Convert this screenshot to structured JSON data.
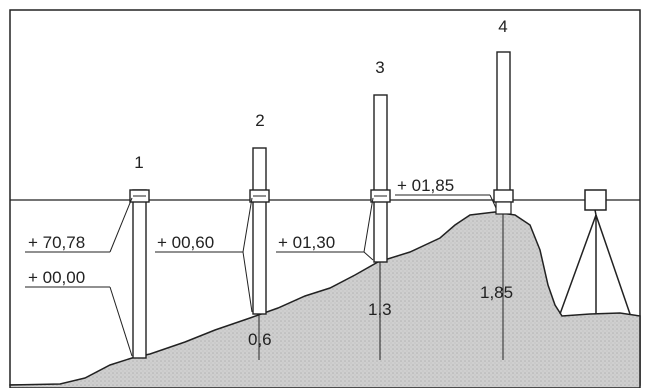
{
  "staffs": [
    {
      "number": "1",
      "reading_label": "+ 70,78",
      "secondary_label": "+ 00,00"
    },
    {
      "number": "2",
      "reading_label": "+ 00,60",
      "height_value": "0,6"
    },
    {
      "number": "3",
      "reading_label": "+ 01,30",
      "height_value": "1,3"
    },
    {
      "number": "4",
      "reading_label": "+ 01,85",
      "height_value": "1,85"
    }
  ],
  "colors": {
    "ground_fill": "#c9c9c9",
    "line": "#222222",
    "frame": "#222222"
  }
}
